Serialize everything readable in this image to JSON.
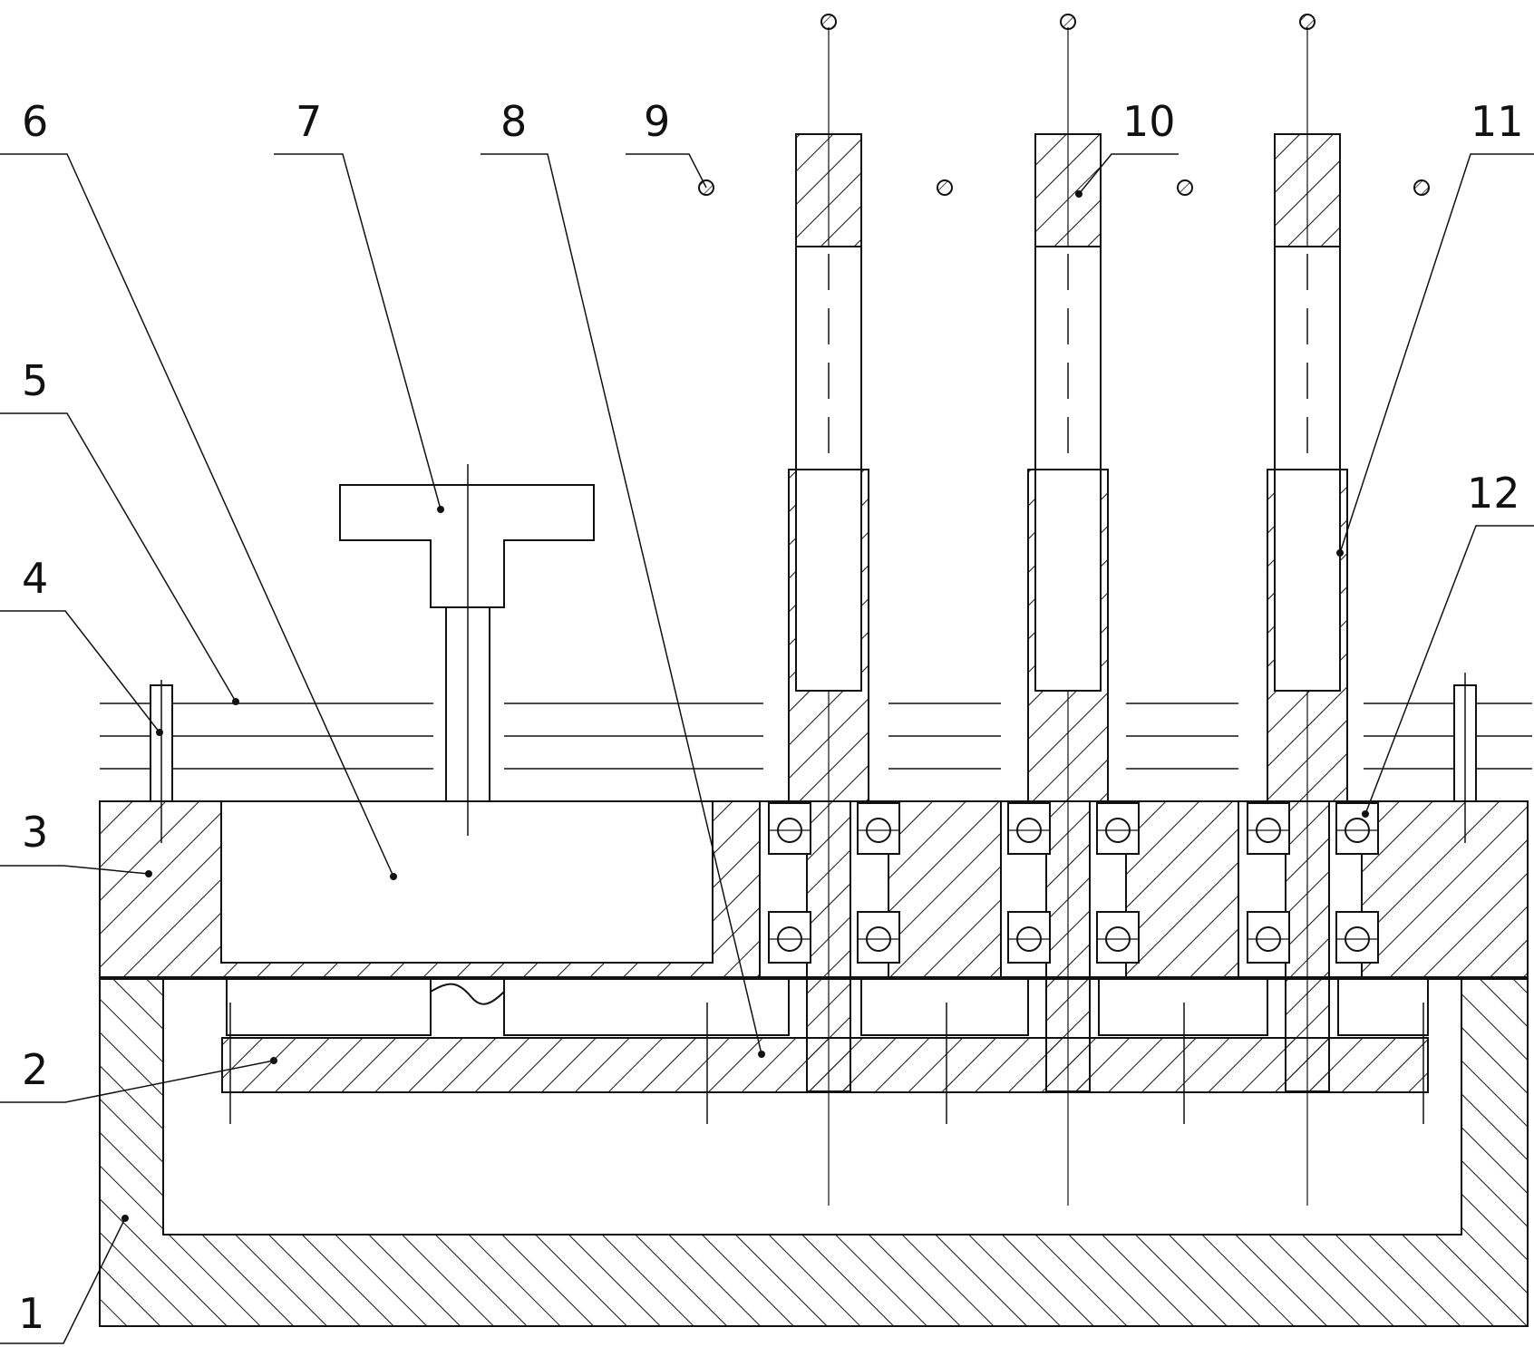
{
  "figure": {
    "labels": [
      {
        "id": "1",
        "text": "1"
      },
      {
        "id": "2",
        "text": "2"
      },
      {
        "id": "3",
        "text": "3"
      },
      {
        "id": "4",
        "text": "4"
      },
      {
        "id": "5",
        "text": "5"
      },
      {
        "id": "6",
        "text": "6"
      },
      {
        "id": "7",
        "text": "7"
      },
      {
        "id": "8",
        "text": "8"
      },
      {
        "id": "9",
        "text": "9"
      },
      {
        "id": "10",
        "text": "10"
      },
      {
        "id": "11",
        "text": "11"
      },
      {
        "id": "12",
        "text": "12"
      }
    ],
    "colors": {
      "line": "#111111",
      "background": "#ffffff"
    }
  }
}
